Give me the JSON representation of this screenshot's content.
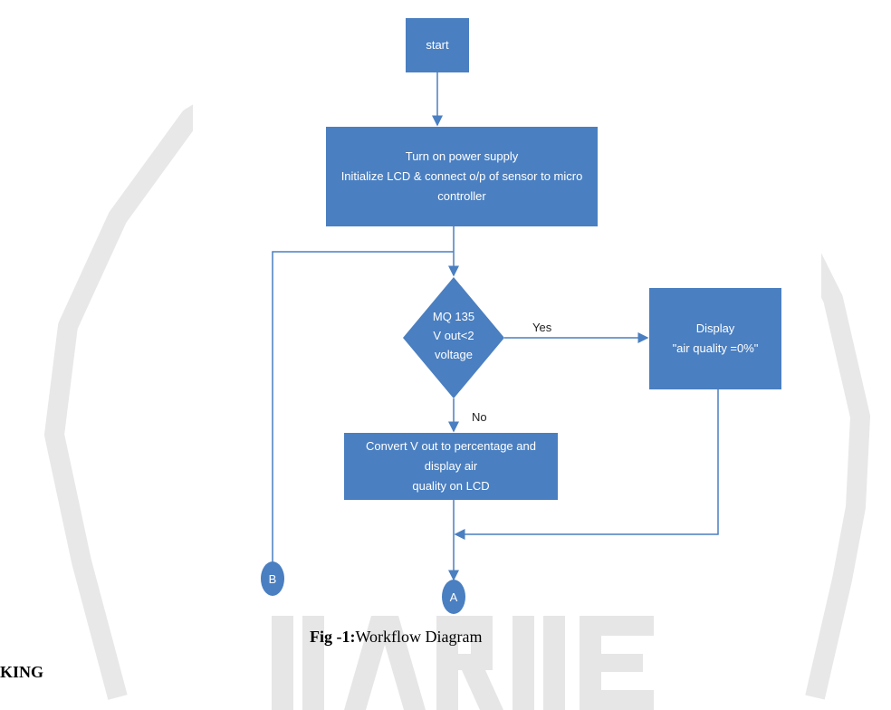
{
  "nodes": {
    "start": {
      "label": "start"
    },
    "init": {
      "lines": [
        "Turn on power supply",
        "Initialize LCD & connect o/p of sensor to micro",
        "controller"
      ]
    },
    "decision": {
      "lines": [
        "MQ 135",
        "V out<2",
        "voltage"
      ]
    },
    "display": {
      "lines": [
        "Display",
        "\"air quality =0%\""
      ]
    },
    "convert": {
      "lines": [
        "Convert V out to percentage and display air",
        "quality on LCD"
      ]
    },
    "connector_b": {
      "label": "B"
    },
    "connector_a": {
      "label": "A"
    }
  },
  "edges": {
    "yes_label": "Yes",
    "no_label": "No"
  },
  "caption": {
    "prefix": "Fig -1:",
    "text": "Workflow Diagram"
  },
  "side_text": "KING",
  "watermark": {
    "text": "IJARIIE"
  },
  "colors": {
    "node_fill": "#4a7fc1",
    "edge": "#4a7fc1",
    "watermark": "#e4e4e4"
  }
}
